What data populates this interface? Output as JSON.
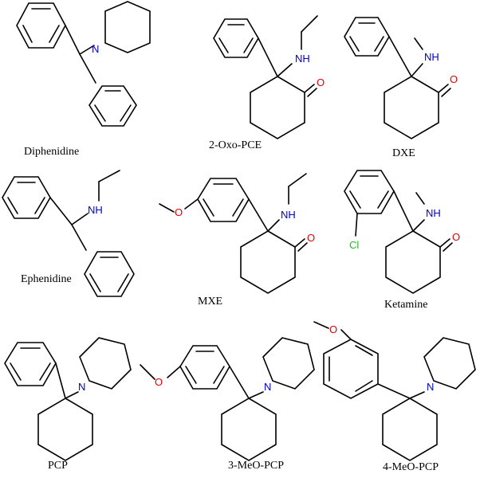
{
  "colors": {
    "bond": "#000000",
    "nitrogen": "#0000cc",
    "oxygen": "#e00000",
    "chlorine": "#22bb22",
    "background": "#ffffff"
  },
  "atoms": {
    "N": "N",
    "NH": "NH",
    "O": "O",
    "Cl": "Cl"
  },
  "molecules": [
    {
      "name": "Diphenidine"
    },
    {
      "name": "2-Oxo-PCE"
    },
    {
      "name": "DXE"
    },
    {
      "name": "Ephenidine"
    },
    {
      "name": "MXE"
    },
    {
      "name": "Ketamine"
    },
    {
      "name": "PCP"
    },
    {
      "name": "3-MeO-PCP"
    },
    {
      "name": "4-MeO-PCP"
    }
  ]
}
